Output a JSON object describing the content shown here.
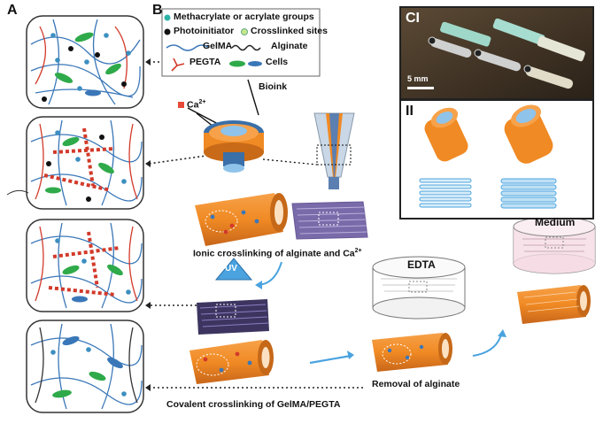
{
  "panels": {
    "a": "A",
    "b": "B",
    "ci": "CI",
    "cii": "II"
  },
  "legend": {
    "methacrylate": "Methacrylate or acrylate groups",
    "photoinitiator": "Photoinitiator",
    "crosslinked": "Crosslinked sites",
    "gelma": "GelMA",
    "alginate": "Alginate",
    "pegta": "PEGTA",
    "cells": "Cells"
  },
  "labels": {
    "bioink": "Bioink",
    "calcium": "Ca",
    "calcium_sup": "2+",
    "ionic_pre": "Ionic crosslinking of alginate and Ca",
    "ionic_sup": "2+",
    "uv": "UV",
    "covalent": "Covalent crosslinking of GelMA/PEGTA",
    "edta": "EDTA",
    "removal": "Removal of alginate",
    "medium": "Medium",
    "scale": "5 mm"
  },
  "colors": {
    "gelma_blue": "#3a77b8",
    "pegta_red": "#d23a2a",
    "cell_green": "#2faa4a",
    "tube_orange": "#f08a24",
    "uv_blue": "#4aa3df",
    "grid_purple": "#5b4a8e"
  }
}
